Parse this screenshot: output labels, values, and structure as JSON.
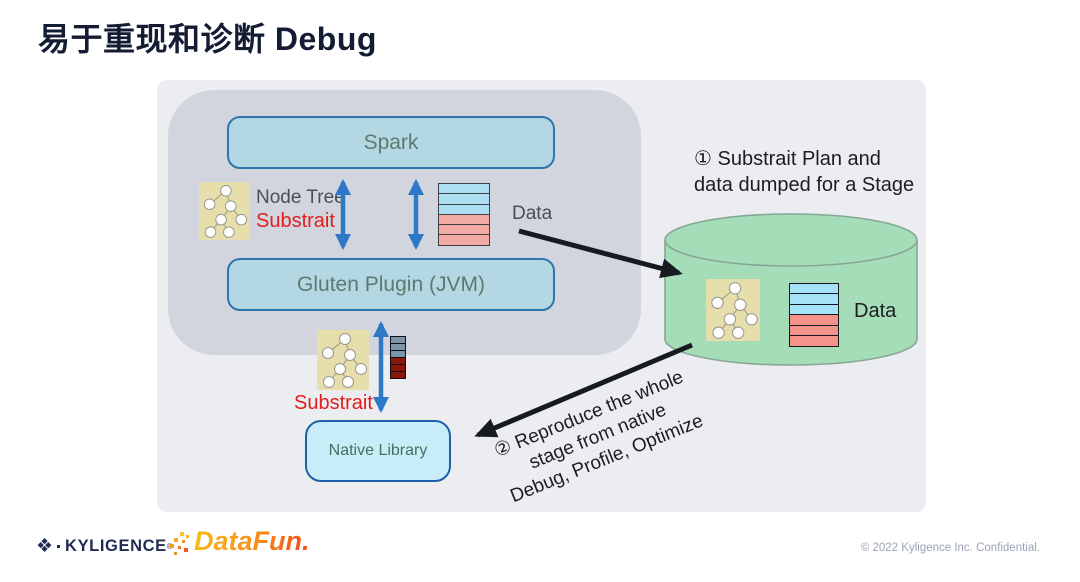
{
  "title": "易于重现和诊断 Debug",
  "diagram": {
    "spark_label": "Spark",
    "gluten_label": "Gluten Plugin (JVM)",
    "native_label": "Native Library",
    "node_tree_label": "Node Tree",
    "substrait_top_label": "Substrait",
    "substrait_bottom_label": "Substrait",
    "data_left_label": "Data",
    "data_cylinder_label": "Data",
    "step1": {
      "line1": "① Substrait Plan and",
      "line2": "data dumped for a Stage"
    },
    "step2": {
      "line1": "② Reproduce the whole",
      "line2": "stage from native",
      "line3": "Debug, Profile, Optimize"
    }
  },
  "icons": {
    "node-tree-icon": "tree of white circle nodes on khaki square",
    "data-stack-icon": "stack of blue and salmon striped rows",
    "data-stack-mini-icon": "small dark stack of steel-blue and dark-red rows",
    "database-cylinder": "green database cylinder",
    "arrow-blue-double-icon": "blue bidirectional arrow",
    "arrow-black-icon": "black arrow",
    "kyligence-diamond-icon": "❖"
  },
  "colors": {
    "title": "#131c33",
    "panel_outer": "#ebedf1",
    "panel_inner": "#d2d5dd",
    "box_fill": "#b4d8e3",
    "box_border": "#2e74ae",
    "native_fill": "#c9edf8",
    "native_border": "#1e5fa9",
    "cylinder_fill": "#a5ddb9",
    "red_label": "#e11d1d",
    "arrow_blue": "#2e78c8",
    "arrow_black": "#171a21"
  },
  "footer": {
    "kyligence_text": "KYLIGENCE",
    "kyligence_reg": "®",
    "datafun_text": "DataFun.",
    "copyright": "© 2022 Kyligence Inc. Confidential."
  }
}
